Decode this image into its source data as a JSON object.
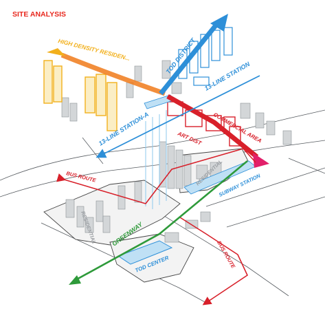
{
  "title": "SITE ANALYSIS",
  "labels": {
    "high_density": "HIGH DENSITY RESIDEN...",
    "tod_district": "TOD DISTRICT",
    "line13_station": "13-LINE STATION",
    "line13_station_a": "13-LINE STATION-A",
    "commercial_area": "COMMERCIAL AREA",
    "art_dist": "ART DIST",
    "bus_route_left": "BUS ROUTE",
    "bus_route_right": "BUS ROUTE",
    "residential_left": "RESIDENTIAL",
    "residential_right": "RESIDENTIAL",
    "subway_station": "SUBWAY STATION",
    "greenway": "GREENWAY",
    "tod_center": "TOD CENTER"
  },
  "colors": {
    "title": "#e8281e",
    "orange": "#f07a1a",
    "yellow": "#f2b01c",
    "blue": "#2d8fd8",
    "light_blue": "#8cc8ee",
    "red": "#d8202a",
    "magenta": "#e2206a",
    "green": "#2e9a3a",
    "grey": "#bfc3c6",
    "line": "#555a5f"
  }
}
